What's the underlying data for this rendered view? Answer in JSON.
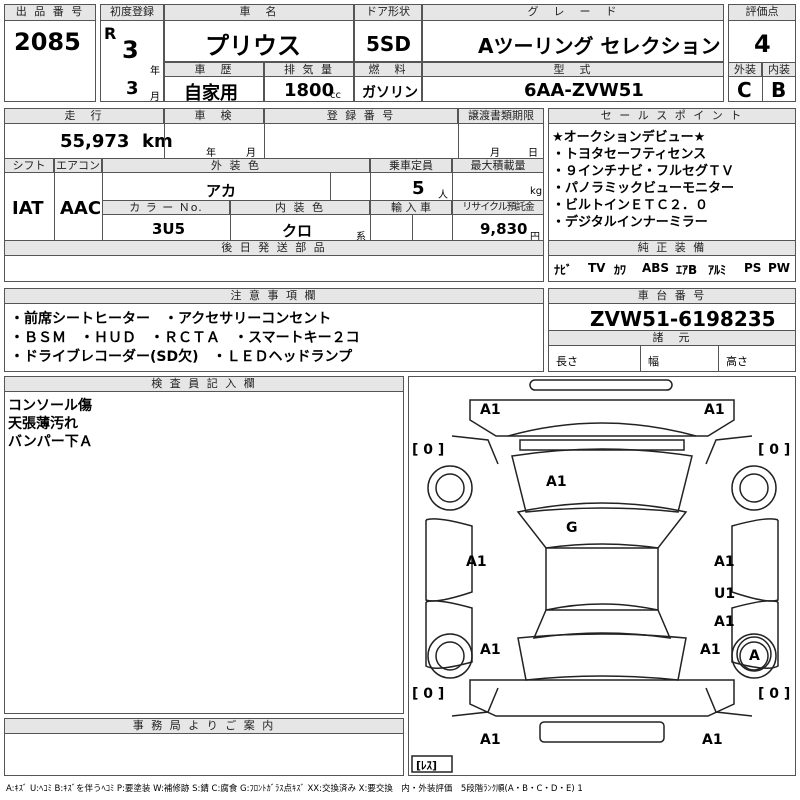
{
  "header": {
    "lot_label": "出 品 番 号",
    "lot_number": "2085",
    "first_reg_label": "初度登録",
    "era": "R",
    "year": "3",
    "year_unit": "年",
    "month": "3",
    "month_unit": "月",
    "name_label": "車　名",
    "car_name": "プリウス",
    "door_label": "ドア形状",
    "door": "5SD",
    "grade_label": "グ　レ　ー　ド",
    "grade": "Aツーリング セレクション",
    "score_label": "評価点",
    "score": "4",
    "history_label": "車　歴",
    "history": "自家用",
    "displacement_label": "排 気 量",
    "displacement": "1800",
    "displacement_unit": "cc",
    "fuel_label": "燃　料",
    "fuel": "ガソリン",
    "model_label": "型　式",
    "model": "6AA-ZVW51",
    "ext_label": "外装",
    "ext_score": "C",
    "int_label": "内装",
    "int_score": "B"
  },
  "row2": {
    "mileage_label": "走　行",
    "mileage": "55,973",
    "mileage_unit": "km",
    "inspection_label": "車　検",
    "inspection_year_unit": "年",
    "inspection_month_unit": "月",
    "reg_label": "登 録 番 号",
    "transfer_label": "譲渡書類期限",
    "transfer_month_unit": "月",
    "transfer_day_unit": "日",
    "shift_label": "シフト",
    "shift": "IAT",
    "ac_label": "エアコン",
    "ac": "AAC",
    "color_label": "外 装 色",
    "color": "アカ",
    "capacity_label": "乗車定員",
    "capacity": "5",
    "capacity_unit": "人",
    "load_label": "最大積載量",
    "load_unit": "kg",
    "color_no_label": "カ ラ ー Ｎo.",
    "color_no": "3U5",
    "int_color_label": "内 装 色",
    "int_color": "クロ",
    "int_color_unit": "系",
    "import_label": "輸 入 車",
    "recycle_label": "リサイクル預託金",
    "recycle": "9,830",
    "recycle_unit": "円",
    "later_label": "後 日 発 送 部 品"
  },
  "sales": {
    "label": "セ ー ル ス ポ イ ン ト",
    "lines": [
      "★オークションデビュー★",
      "・トヨタセーフティセンス",
      "・９インチナビ・フルセグＴＶ",
      "・パノラミックビューモニター",
      "・ビルトインＥＴＣ２．０",
      "・デジタルインナーミラー"
    ]
  },
  "equipment": {
    "label": "純 正 装 備",
    "items": [
      "ﾅﾋﾞ",
      "TV",
      "ｶﾜ",
      "ABS",
      "ｴｱB",
      "ｱﾙﾐ",
      "PS",
      "PW"
    ]
  },
  "notes": {
    "label": "注 意 事 項 欄",
    "lines": [
      "・前席シートヒーター　・アクセサリーコンセント",
      "・ＢＳＭ　・ＨＵＤ　・ＲＣＴＡ　・スマートキー２コ",
      "・ドライブレコーダー(SD欠)　・ＬＥＤヘッドランプ"
    ]
  },
  "chassis": {
    "label": "車 台 番 号",
    "number": "ZVW51-6198235",
    "dims_label": "諸　元",
    "length_label": "長さ",
    "width_label": "幅",
    "height_label": "高さ"
  },
  "inspector": {
    "label": "検 査 員 記 入 欄",
    "lines": [
      "コンソール傷",
      "天張薄汚れ",
      "バンパー下Ａ"
    ]
  },
  "office": {
    "label": "事 務 局 よ り ご 案 内"
  },
  "diagram": {
    "marks": {
      "front_left": "A1",
      "front_right": "A1",
      "hood": "A1",
      "roof": "G",
      "door_left": "A1",
      "door_right": "A1",
      "door_right_u": "U1",
      "rear_door_right": "A1",
      "quarter_left": "A1",
      "quarter_right": "A1",
      "rear_left": "A1",
      "rear_right": "A1",
      "wheel_circle": "A"
    },
    "tire_fl": "[ 0 ]",
    "tire_fr": "[ 0 ]",
    "tire_rl": "[ 0 ]",
    "tire_rr": "[ 0 ]",
    "spare": "[ﾚｽ]"
  },
  "legend": "A:ｷｽﾞ U:ﾍｺﾐ B:ｷｽﾞを伴うﾍｺﾐ P:要塗装 W:補修跡 S:錆 C:腐食 G:ﾌﾛﾝﾄｶﾞﾗｽ点ｷｽﾞ XX:交換済み X:要交換　内・外装評価　5段階ﾗﾝｸ順(A・B・C・D・E) 1"
}
